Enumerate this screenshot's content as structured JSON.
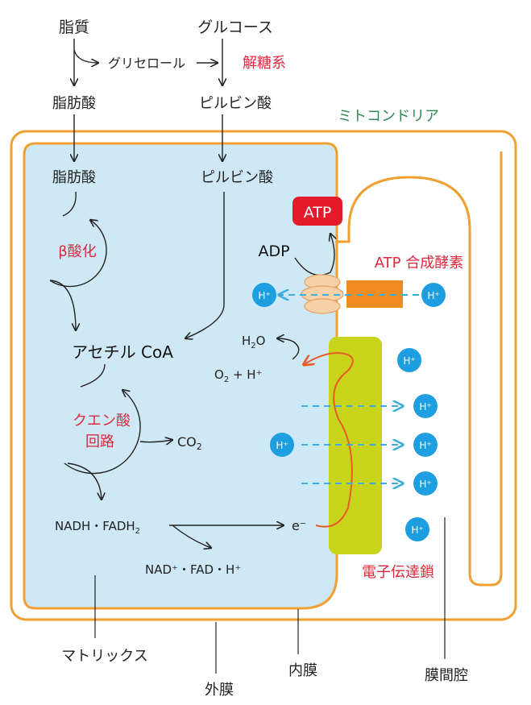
{
  "colors": {
    "outer_membrane": "#f0a030",
    "matrix_fill": "#cfe8f6",
    "red_text": "#e0283c",
    "green_text": "#2e8b57",
    "atp_badge": "#e31a2a",
    "hplus_circle": "#1c9ee0",
    "synthase_orange": "#f08c22",
    "synthase_rotor": "#f7d2a8",
    "etc_yellow": "#c8d41a",
    "dash_blue": "#3aaee0",
    "electron_path": "#e85a28",
    "arrow_dark": "#222222"
  },
  "top": {
    "lipid": "脂質",
    "glucose": "グルコース",
    "glycerol": "グリセロール",
    "glycolysis": "解糖系",
    "fatty_acid": "脂肪酸",
    "pyruvate": "ピルビン酸"
  },
  "mito_label": "ミトコンドリア",
  "matrix": {
    "fatty_acid": "脂肪酸",
    "pyruvate": "ピルビン酸",
    "beta_oxidation": "β酸化",
    "acetyl_coa": "アセチル CoA",
    "citric_line1": "クエン酸",
    "citric_line2": "回路",
    "co2": "CO",
    "co2_sub": "2",
    "nadh_fadh": "NADH・FADH",
    "nadh_fadh_sub": "2",
    "nad_fad": "NAD⁺・FAD・H⁺",
    "electron": "e⁻",
    "h2o": "H",
    "h2o_sub": "2",
    "h2o_tail": "O",
    "o2": "O",
    "o2_sub": "2",
    "o2_tail": " + H⁺"
  },
  "atp": "ATP",
  "adp": "ADP",
  "atp_synthase": "ATP 合成酵素",
  "etc": "電子伝達鎖",
  "hplus": "H⁺",
  "bottom": {
    "matrix": "マトリックス",
    "outer_membrane": "外膜",
    "inner_membrane": "内膜",
    "intermembrane": "膜間腔"
  }
}
